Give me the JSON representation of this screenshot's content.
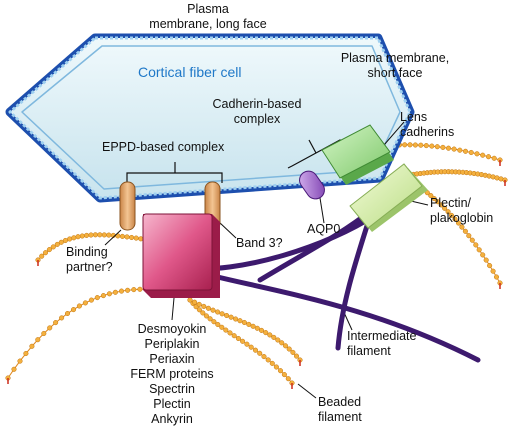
{
  "labels": {
    "plasma_membrane_long": [
      "Plasma",
      "membrane, long face"
    ],
    "plasma_membrane_short": [
      "Plasma membrane,",
      "short face"
    ],
    "cortical_fiber_cell": "Cortical fiber cell",
    "cadherin_complex": [
      "Cadherin-based",
      "complex"
    ],
    "lens_cadherins": [
      "Lens",
      "cadherins"
    ],
    "eppd_complex": "EPPD-based complex",
    "binding_partner": [
      "Binding",
      "partner?"
    ],
    "band3": "Band 3?",
    "aqp0": "AQP0",
    "plectin_plakoglobin": [
      "Plectin/",
      "plakoglobin"
    ],
    "eppd_proteins": [
      "Desmoyokin",
      "Periplakin",
      "Periaxin",
      "FERM proteins",
      "Spectrin",
      "Plectin",
      "Ankyrin"
    ],
    "intermediate_filament": [
      "Intermediate",
      "filament"
    ],
    "beaded_filament": [
      "Beaded",
      "filament"
    ]
  },
  "colors": {
    "membrane_outer": "#1d4fae",
    "cell_fill": "#d6ecf3",
    "cell_title": "#1f78c8",
    "cadherin_green": "#8fd67c",
    "plectin_green": "#d7f0a8",
    "aqp0_purple": "#9b5cc9",
    "eppd_pink": "#d9477a",
    "binding_tan": "#e3a56c",
    "filament_purple": "#3d1a6e",
    "bead_orange": "#f2a53a"
  }
}
